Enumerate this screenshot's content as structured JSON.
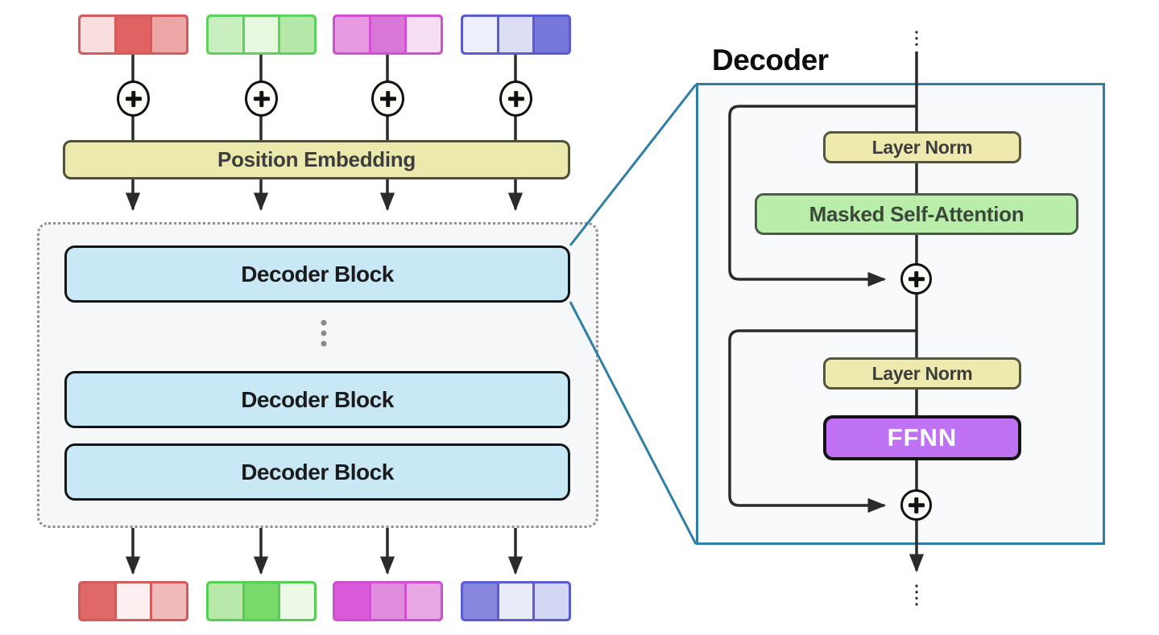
{
  "left": {
    "position_embedding": "Position Embedding",
    "decoder_blocks": [
      "Decoder Block",
      "Decoder Block",
      "Decoder Block"
    ],
    "tokens_top": [
      {
        "name": "red",
        "border": "#d45b5b",
        "cells": [
          "#f8dede",
          "#e06262",
          "#eda6a6"
        ]
      },
      {
        "name": "green",
        "border": "#5ed05e",
        "cells": [
          "#c9eec0",
          "#e6f8de",
          "#b5e7a9"
        ]
      },
      {
        "name": "magenta",
        "border": "#d050d0",
        "cells": [
          "#e69ae2",
          "#d977d9",
          "#f6dff4"
        ]
      },
      {
        "name": "blue",
        "border": "#5b5bd3",
        "cells": [
          "#edeffa",
          "#dcdef5",
          "#7778d9"
        ]
      }
    ],
    "tokens_bottom": [
      {
        "name": "red",
        "border": "#d45b5b",
        "cells": [
          "#df6868",
          "#fbeff0",
          "#f0baba"
        ]
      },
      {
        "name": "green",
        "border": "#54cf54",
        "cells": [
          "#b9e9aa",
          "#78da68",
          "#edf9e7"
        ]
      },
      {
        "name": "magenta",
        "border": "#cf50cf",
        "cells": [
          "#d95ad9",
          "#e08dde",
          "#e7a7e4"
        ]
      },
      {
        "name": "blue",
        "border": "#5b5bd3",
        "cells": [
          "#8687dd",
          "#e9ecf9",
          "#d4d7f3"
        ]
      }
    ]
  },
  "right": {
    "title": "Decoder",
    "layer_norm_top": "Layer Norm",
    "masked_self_attention": "Masked Self-Attention",
    "layer_norm_bottom": "Layer Norm",
    "ffnn": "FFNN"
  },
  "colors": {
    "line": "#2b2b2b",
    "teal": "#2f7ea6",
    "dots": "#8a8a8a",
    "panel_fill": "#f8fafb",
    "stack_fill": "#f6f7f8",
    "pos_embed_fill": "#ece9ad",
    "decoder_block_fill": "#c9e8f5",
    "layer_norm_fill": "#eeeaae",
    "attn_fill": "#b9edaa",
    "ffnn_fill": "#bf72f3"
  }
}
